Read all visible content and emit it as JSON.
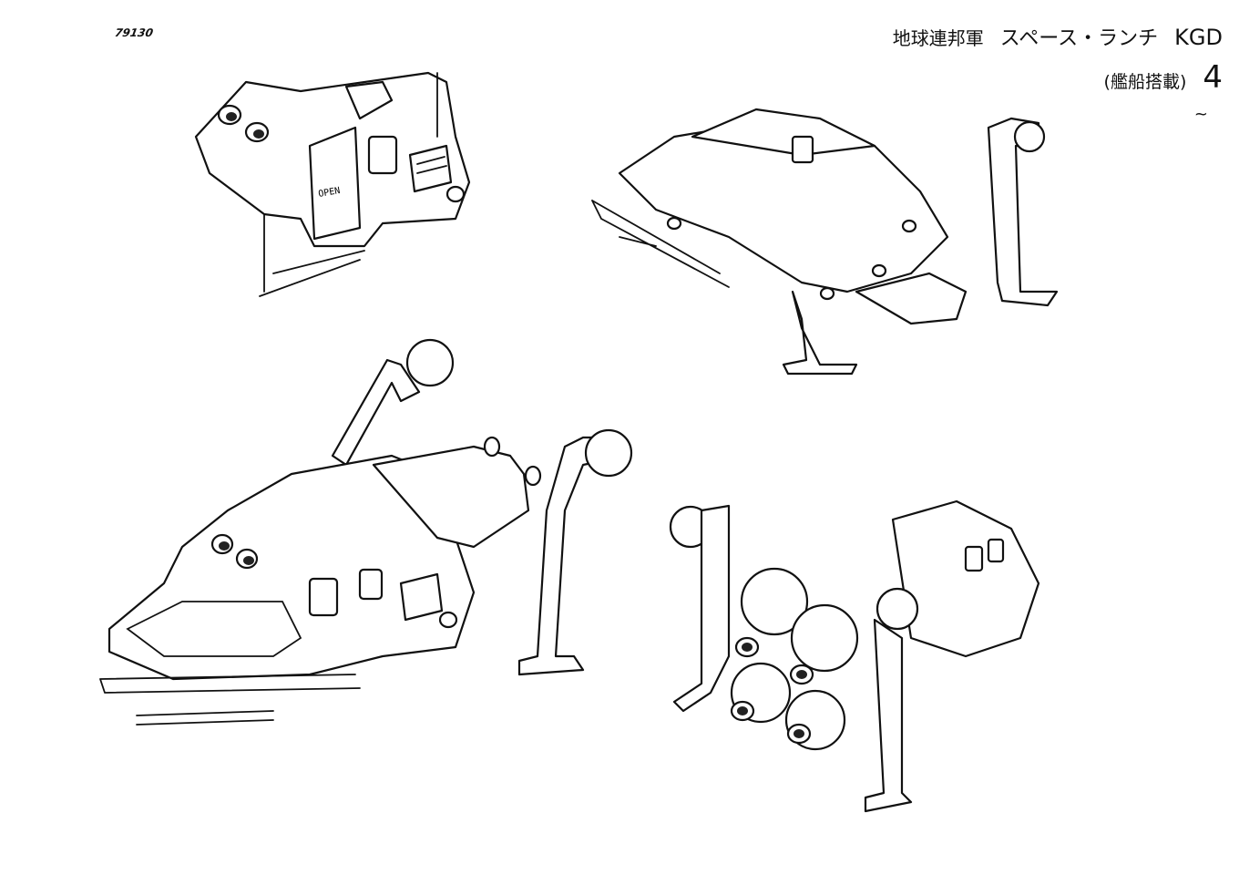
{
  "sheet_number": "79130",
  "header": {
    "faction": "地球連邦軍",
    "vehicle_name": "スペース・ランチ",
    "code": "KGD",
    "note": "(艦船搭載)",
    "page": "4",
    "continuation": "~"
  },
  "labels": {
    "hatch": "OPEN"
  }
}
